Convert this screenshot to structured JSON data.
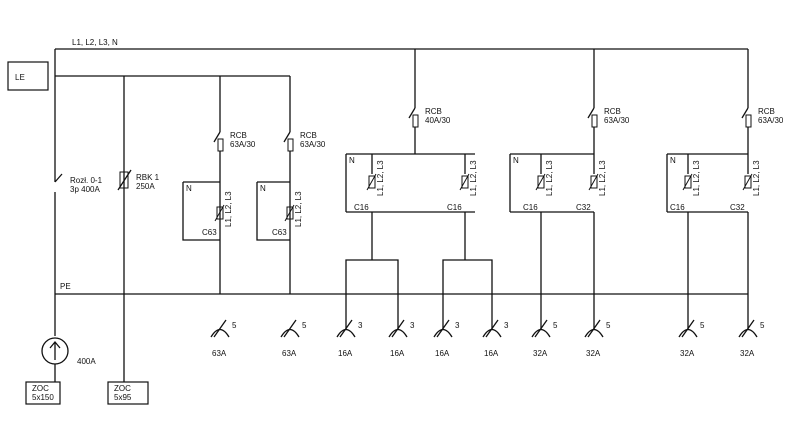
{
  "bus_label": "L1, L2, L3, N",
  "pe_label": "PE",
  "le_label": "LE",
  "main_switch": {
    "line1": "Rozł. 0-1",
    "line2": "3p 400A"
  },
  "rbk": {
    "line1": "RBK 1",
    "line2": "250A"
  },
  "meter_label": "400A",
  "zoc_left": {
    "line1": "ZOC",
    "line2": "5x150"
  },
  "zoc_right": {
    "line1": "ZOC",
    "line2": "5x95"
  },
  "n_label": "N",
  "phase_label": "L1, L2, L3",
  "rcbs": [
    {
      "line1": "RCB",
      "line2": "63A/30"
    },
    {
      "line1": "RCB",
      "line2": "63A/30"
    },
    {
      "line1": "RCB",
      "line2": "40A/30"
    },
    {
      "line1": "RCB",
      "line2": "63A/30"
    },
    {
      "line1": "RCB",
      "line2": "63A/30"
    }
  ],
  "breakers": [
    "C63",
    "C63",
    "C16",
    "C16",
    "C16",
    "C32",
    "C16",
    "C32"
  ],
  "sockets": [
    {
      "num": "5",
      "rating": "63A"
    },
    {
      "num": "5",
      "rating": "63A"
    },
    {
      "num": "3",
      "rating": "16A"
    },
    {
      "num": "3",
      "rating": "16A"
    },
    {
      "num": "3",
      "rating": "16A"
    },
    {
      "num": "3",
      "rating": "16A"
    },
    {
      "num": "5",
      "rating": "32A"
    },
    {
      "num": "5",
      "rating": "32A"
    },
    {
      "num": "5",
      "rating": "32A"
    },
    {
      "num": "5",
      "rating": "32A"
    }
  ]
}
